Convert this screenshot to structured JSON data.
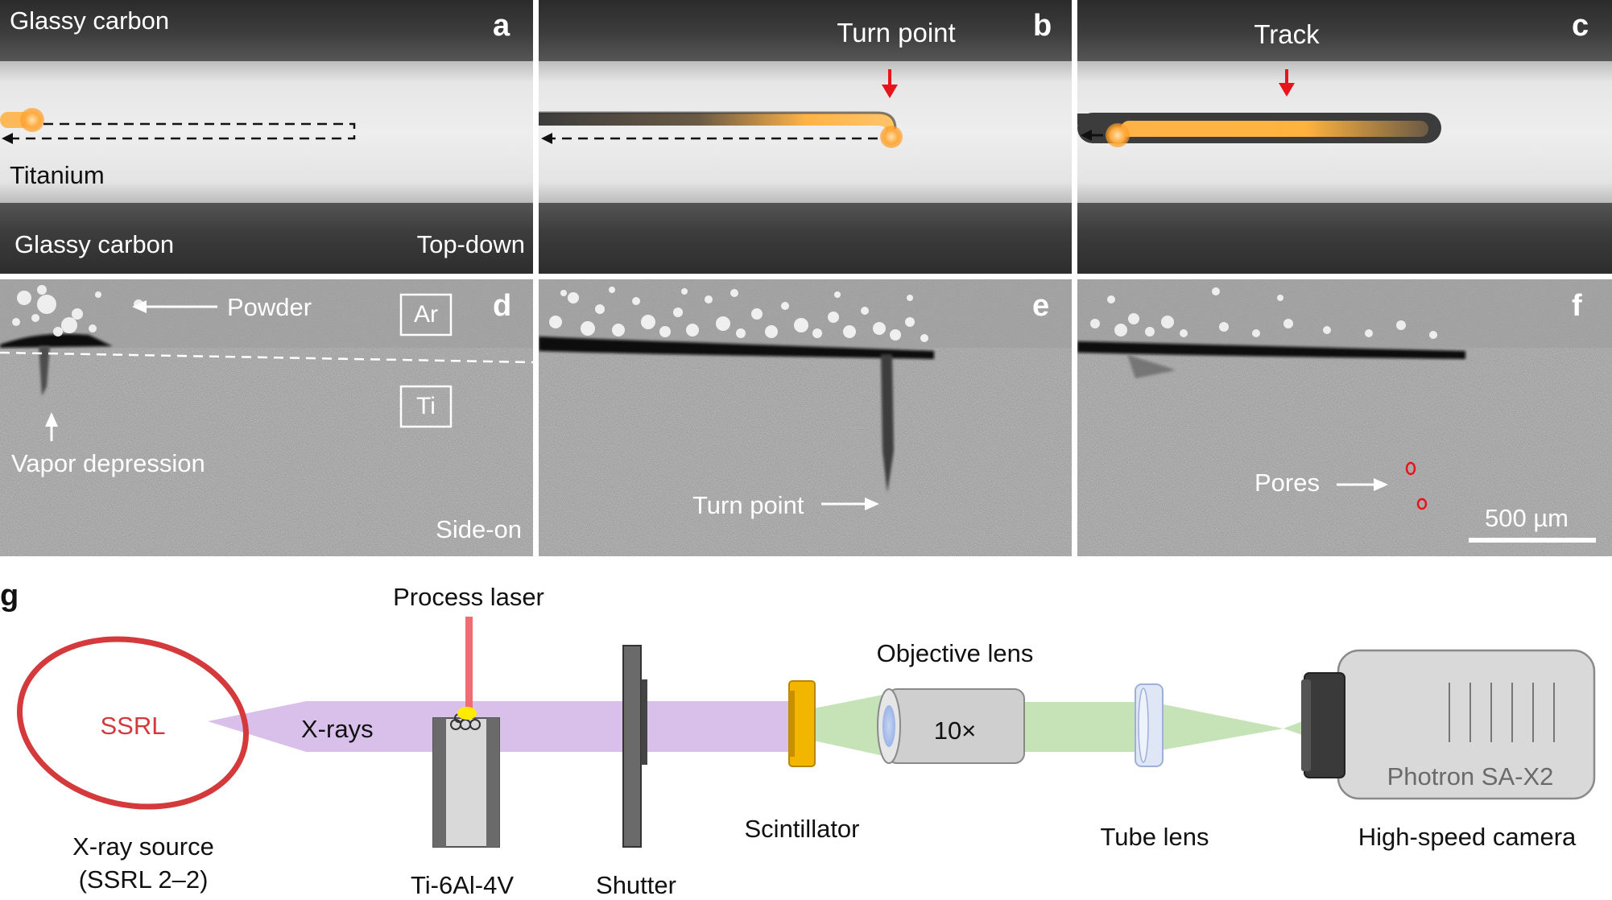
{
  "panels_top": {
    "a": {
      "letter": "a",
      "label_top": "Glassy carbon",
      "label_mid": "Titanium",
      "label_bottom_left": "Glassy carbon",
      "label_bottom_right": "Top-down"
    },
    "b": {
      "letter": "b",
      "title": "Turn point"
    },
    "c": {
      "letter": "c",
      "title": "Track"
    }
  },
  "panels_xray": {
    "d": {
      "letter": "d",
      "powder": "Powder",
      "ar": "Ar",
      "ti": "Ti",
      "vapor": "Vapor depression",
      "view": "Side-on"
    },
    "e": {
      "letter": "e",
      "turn_point": "Turn point"
    },
    "f": {
      "letter": "f",
      "pores": "Pores",
      "scale": "500 µm"
    }
  },
  "setup": {
    "letter": "g",
    "process_laser": "Process laser",
    "ssrl": "SSRL",
    "xrays": "X-rays",
    "source_line1": "X-ray source",
    "source_line2": "(SSRL 2–2)",
    "sample": "Ti-6Al-4V",
    "shutter": "Shutter",
    "scintillator": "Scintillator",
    "objective": "Objective lens",
    "magnification": "10×",
    "tube_lens": "Tube lens",
    "camera_model": "Photron SA-X2",
    "camera": "High-speed camera"
  },
  "colors": {
    "laser_track": "#ffb347",
    "arrow_red": "#e8141b",
    "ssrl_red": "#d4393b",
    "xray_purple": "#d8c0ea",
    "visible_green": "#c6e3b8",
    "scintillator_gold": "#f2b600",
    "laser_beam": "#f26d73"
  }
}
